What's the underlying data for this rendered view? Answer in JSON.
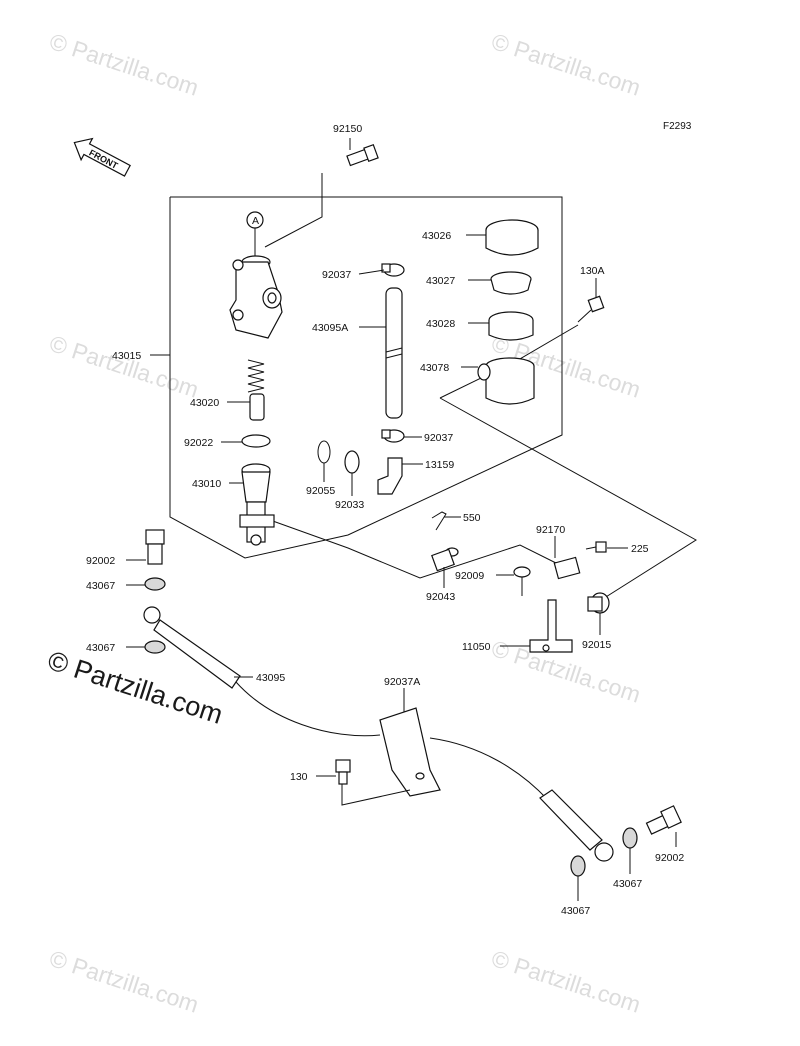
{
  "figure_code": "F2293",
  "front_label": "FRONT",
  "ref_marker": "A",
  "watermark": "© Partzilla.com",
  "callouts": {
    "p92150": "92150",
    "p43015": "43015",
    "p43020": "43020",
    "p92022": "92022",
    "p43010": "43010",
    "p92037_top": "92037",
    "p43095A": "43095A",
    "p92037_low": "92037",
    "p13159": "13159",
    "p92055": "92055",
    "p92033": "92033",
    "p43026": "43026",
    "p43027": "43027",
    "p43028": "43028",
    "p43078": "43078",
    "p130A": "130A",
    "p550": "550",
    "p92043": "92043",
    "p92170": "92170",
    "p225": "225",
    "p92009": "92009",
    "p11050": "11050",
    "p92015": "92015",
    "p92002_left": "92002",
    "p43067_left_top": "43067",
    "p43067_left_low": "43067",
    "p43095": "43095",
    "p92037A": "92037A",
    "p130": "130",
    "p43067_right_a": "43067",
    "p92002_right": "92002",
    "p43067_right_b": "43067"
  }
}
